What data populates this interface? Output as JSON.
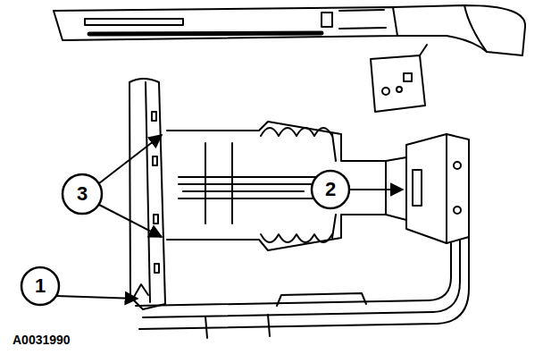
{
  "diagram": {
    "labels": [
      "3",
      "2",
      "1",
      "A0031990"
    ]
  }
}
